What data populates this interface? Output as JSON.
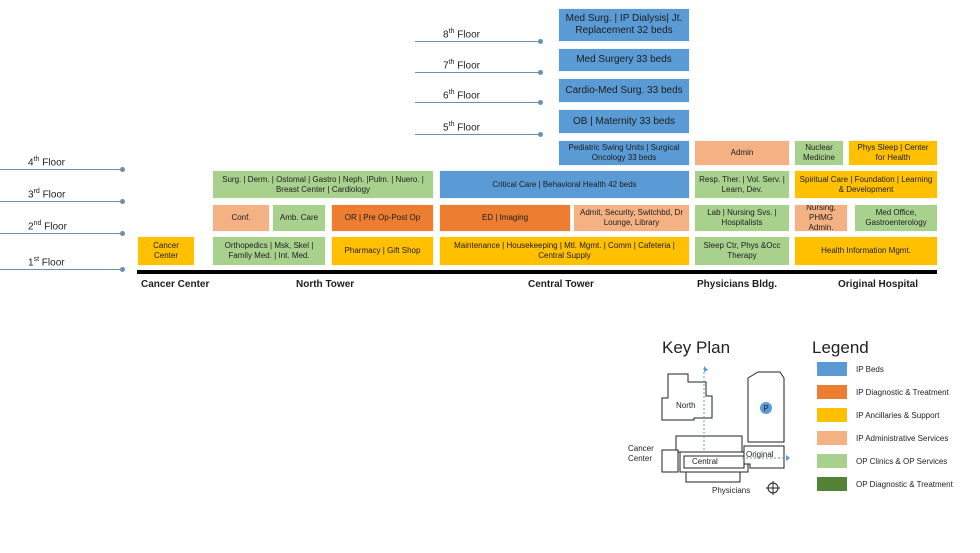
{
  "floors": {
    "f8": {
      "num": "8",
      "suffix": "th",
      "word": "Floor"
    },
    "f7": {
      "num": "7",
      "suffix": "th",
      "word": "Floor"
    },
    "f6": {
      "num": "6",
      "suffix": "th",
      "word": "Floor"
    },
    "f5": {
      "num": "5",
      "suffix": "th",
      "word": "Floor"
    },
    "f4": {
      "num": "4",
      "suffix": "th",
      "word": "Floor"
    },
    "f3": {
      "num": "3",
      "suffix": "rd",
      "word": "Floor"
    },
    "f2": {
      "num": "2",
      "suffix": "nd",
      "word": "Floor"
    },
    "f1": {
      "num": "1",
      "suffix": "st",
      "word": "Floor"
    }
  },
  "buildings": {
    "cancer": "Cancer Center",
    "north": "North Tower",
    "central": "Central Tower",
    "physicians": "Physicians Bldg.",
    "original": "Original Hospital"
  },
  "units": {
    "central_8": "Med Surg. | IP Dialysis| Jt. Replacement 32 beds",
    "central_7": "Med Surgery 33 beds",
    "central_6": "Cardio-Med Surg. 33 beds",
    "central_5": "OB | Maternity 33 beds",
    "central_4": "Pediatric Swing Units | Surgical Oncology 33 beds",
    "phys_4": "Admin",
    "orig_4a": "Nuclear Medicine",
    "orig_4b": "Phys Sleep | Center for Health",
    "north_3": "Surg. | Derm. | Ostomal | Gastro | Neph. |Pulm. | Nuero. | Breast Center | Cardiology",
    "central_3": "Critical Care | Behavioral Health 42 beds",
    "phys_3": "Resp. Ther. | Vol. Serv. | Learn, Dev.",
    "orig_3": "Spiritual Care | Foundation | Learning & Development",
    "north_2a": "Conf.",
    "north_2b": "Amb. Care",
    "north_2c": "OR | Pre Op-Post Op",
    "central_2a": "ED | Imaging",
    "central_2b": "Admit, Security, Switchbd, Dr Lounge, Library",
    "phys_2": "Lab | Nursing Svs. | Hospitalists",
    "orig_2a": "Nursing, PHMG Admin.",
    "orig_2b": "Med Office, Gastroenterology",
    "cancer_1": "Cancer Center",
    "north_1a": "Orthopedics | Msk, Skel | Family Med. | Int. Med.",
    "north_1b": "Pharmacy | Gift Shop",
    "central_1": "Maintenance | Housekeeping | Mtl. Mgmt. | Comm | Cafeteria | Central Supply",
    "phys_1": "Sleep Ctr, Phys &Occ Therapy",
    "orig_1": "Health Information Mgmt."
  },
  "keyplan": {
    "title": "Key Plan",
    "labels": {
      "north": "North",
      "central": "Central",
      "original": "Original",
      "cancer": "Cancer Center",
      "physicians": "Physicians",
      "parking": "P"
    }
  },
  "legend": {
    "title": "Legend",
    "items": [
      {
        "label": "IP Beds",
        "color": "#5b9bd5"
      },
      {
        "label": "IP Diagnostic & Treatment",
        "color": "#ed7d31"
      },
      {
        "label": "IP Ancillaries & Support",
        "color": "#ffc000"
      },
      {
        "label": "IP Administrative Services",
        "color": "#f4b183"
      },
      {
        "label": "OP Clinics & OP Services",
        "color": "#a9d18e"
      },
      {
        "label": "OP Diagnostic & Treatment",
        "color": "#548235"
      }
    ]
  }
}
